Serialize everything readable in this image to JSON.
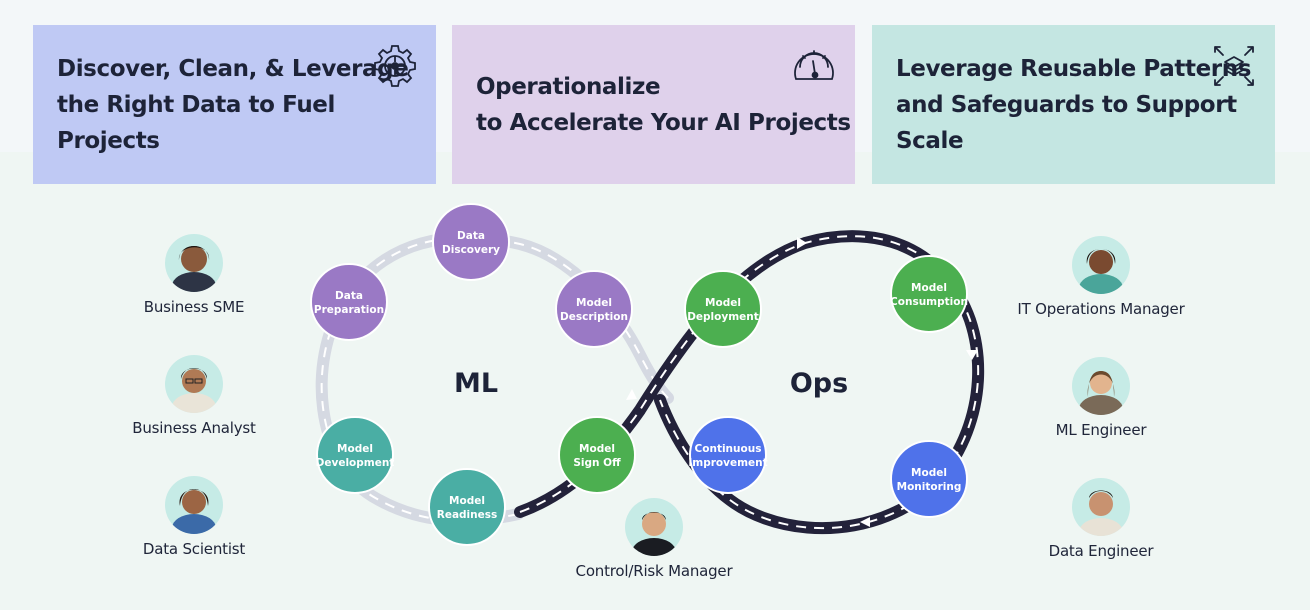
{
  "cards": [
    {
      "title": "Discover, Clean, & Leverage\nthe Right Data to Fuel Projects",
      "icon": "gear-icon",
      "color": "#bfc9f4"
    },
    {
      "title": "Operationalize\nto Accelerate Your AI Projects",
      "icon": "speedometer-icon",
      "color": "#dfd1eb"
    },
    {
      "title": "Leverage Reusable Patterns\nand Safeguards to Support Scale",
      "icon": "layers-expand-icon",
      "color": "#c4e6e2"
    }
  ],
  "loop": {
    "ml_label": "ML",
    "ops_label": "Ops"
  },
  "nodes": [
    {
      "line1": "Data",
      "line2": "Discovery",
      "color": "#9a79c5"
    },
    {
      "line1": "Model",
      "line2": "Description",
      "color": "#9a79c5"
    },
    {
      "line1": "Data",
      "line2": "Preparation",
      "color": "#9a79c5"
    },
    {
      "line1": "Model",
      "line2": "Development",
      "color": "#4aaea4"
    },
    {
      "line1": "Model",
      "line2": "Readiness",
      "color": "#4aaea4"
    },
    {
      "line1": "Model",
      "line2": "Sign Off",
      "color": "#4caf50"
    },
    {
      "line1": "Model",
      "line2": "Deployment",
      "color": "#4caf50"
    },
    {
      "line1": "Model",
      "line2": "Consumption",
      "color": "#4caf50"
    },
    {
      "line1": "Continuous",
      "line2": "Improvement",
      "color": "#4f72ea"
    },
    {
      "line1": "Model",
      "line2": "Monitoring",
      "color": "#4f72ea"
    }
  ],
  "personas": [
    {
      "label": "Business SME"
    },
    {
      "label": "Business Analyst"
    },
    {
      "label": "Data Scientist"
    },
    {
      "label": "Control/Risk Manager"
    },
    {
      "label": "IT Operations Manager"
    },
    {
      "label": "ML Engineer"
    },
    {
      "label": "Data Engineer"
    }
  ]
}
